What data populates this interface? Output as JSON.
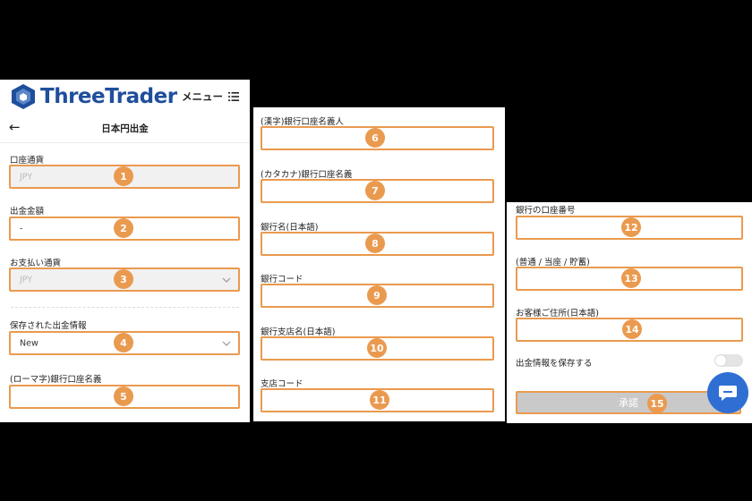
{
  "header": {
    "brand": "ThreeTrader",
    "menu_label": "メニュー",
    "back_glyph": "←",
    "page_title": "日本円出金",
    "brand_color": "#1f4f9c"
  },
  "panel1": {
    "account_currency": {
      "label": "口座通貨",
      "value": "JPY",
      "badge": "1"
    },
    "amount": {
      "label": "出金金額",
      "value": "-",
      "badge": "2"
    },
    "payment_currency": {
      "label": "お支払い通貨",
      "value": "JPY",
      "badge": "3"
    },
    "saved_info": {
      "label": "保存された出金情報",
      "value": "New",
      "badge": "4"
    },
    "romaji_name": {
      "label": "(ローマ字)銀行口座名義",
      "badge": "5"
    }
  },
  "panel2": {
    "kanji_name": {
      "label": "(漢字)銀行口座名義人",
      "badge": "6"
    },
    "katakana_name": {
      "label": "(カタカナ)銀行口座名義",
      "badge": "7"
    },
    "bank_name": {
      "label": "銀行名(日本語)",
      "badge": "8"
    },
    "bank_code": {
      "label": "銀行コード",
      "badge": "9"
    },
    "branch_name": {
      "label": "銀行支店名(日本語)",
      "badge": "10"
    },
    "branch_code": {
      "label": "支店コード",
      "badge": "11"
    }
  },
  "panel3": {
    "account_number": {
      "label": "銀行の口座番号",
      "badge": "12"
    },
    "account_type": {
      "label": "(普通 / 当座 / 貯蓄)",
      "badge": "13"
    },
    "address": {
      "label": "お客様ご住所(日本語)",
      "badge": "14"
    },
    "save_toggle_label": "出金情報を保存する",
    "submit_label": "承諾",
    "submit_badge": "15"
  },
  "colors": {
    "highlight": "#ea9a4f",
    "chat_button": "#2f6fd3"
  },
  "icons": [
    "threetrader-logo-icon",
    "hamburger-icon",
    "back-arrow-icon",
    "chevron-down-icon",
    "chat-icon"
  ]
}
